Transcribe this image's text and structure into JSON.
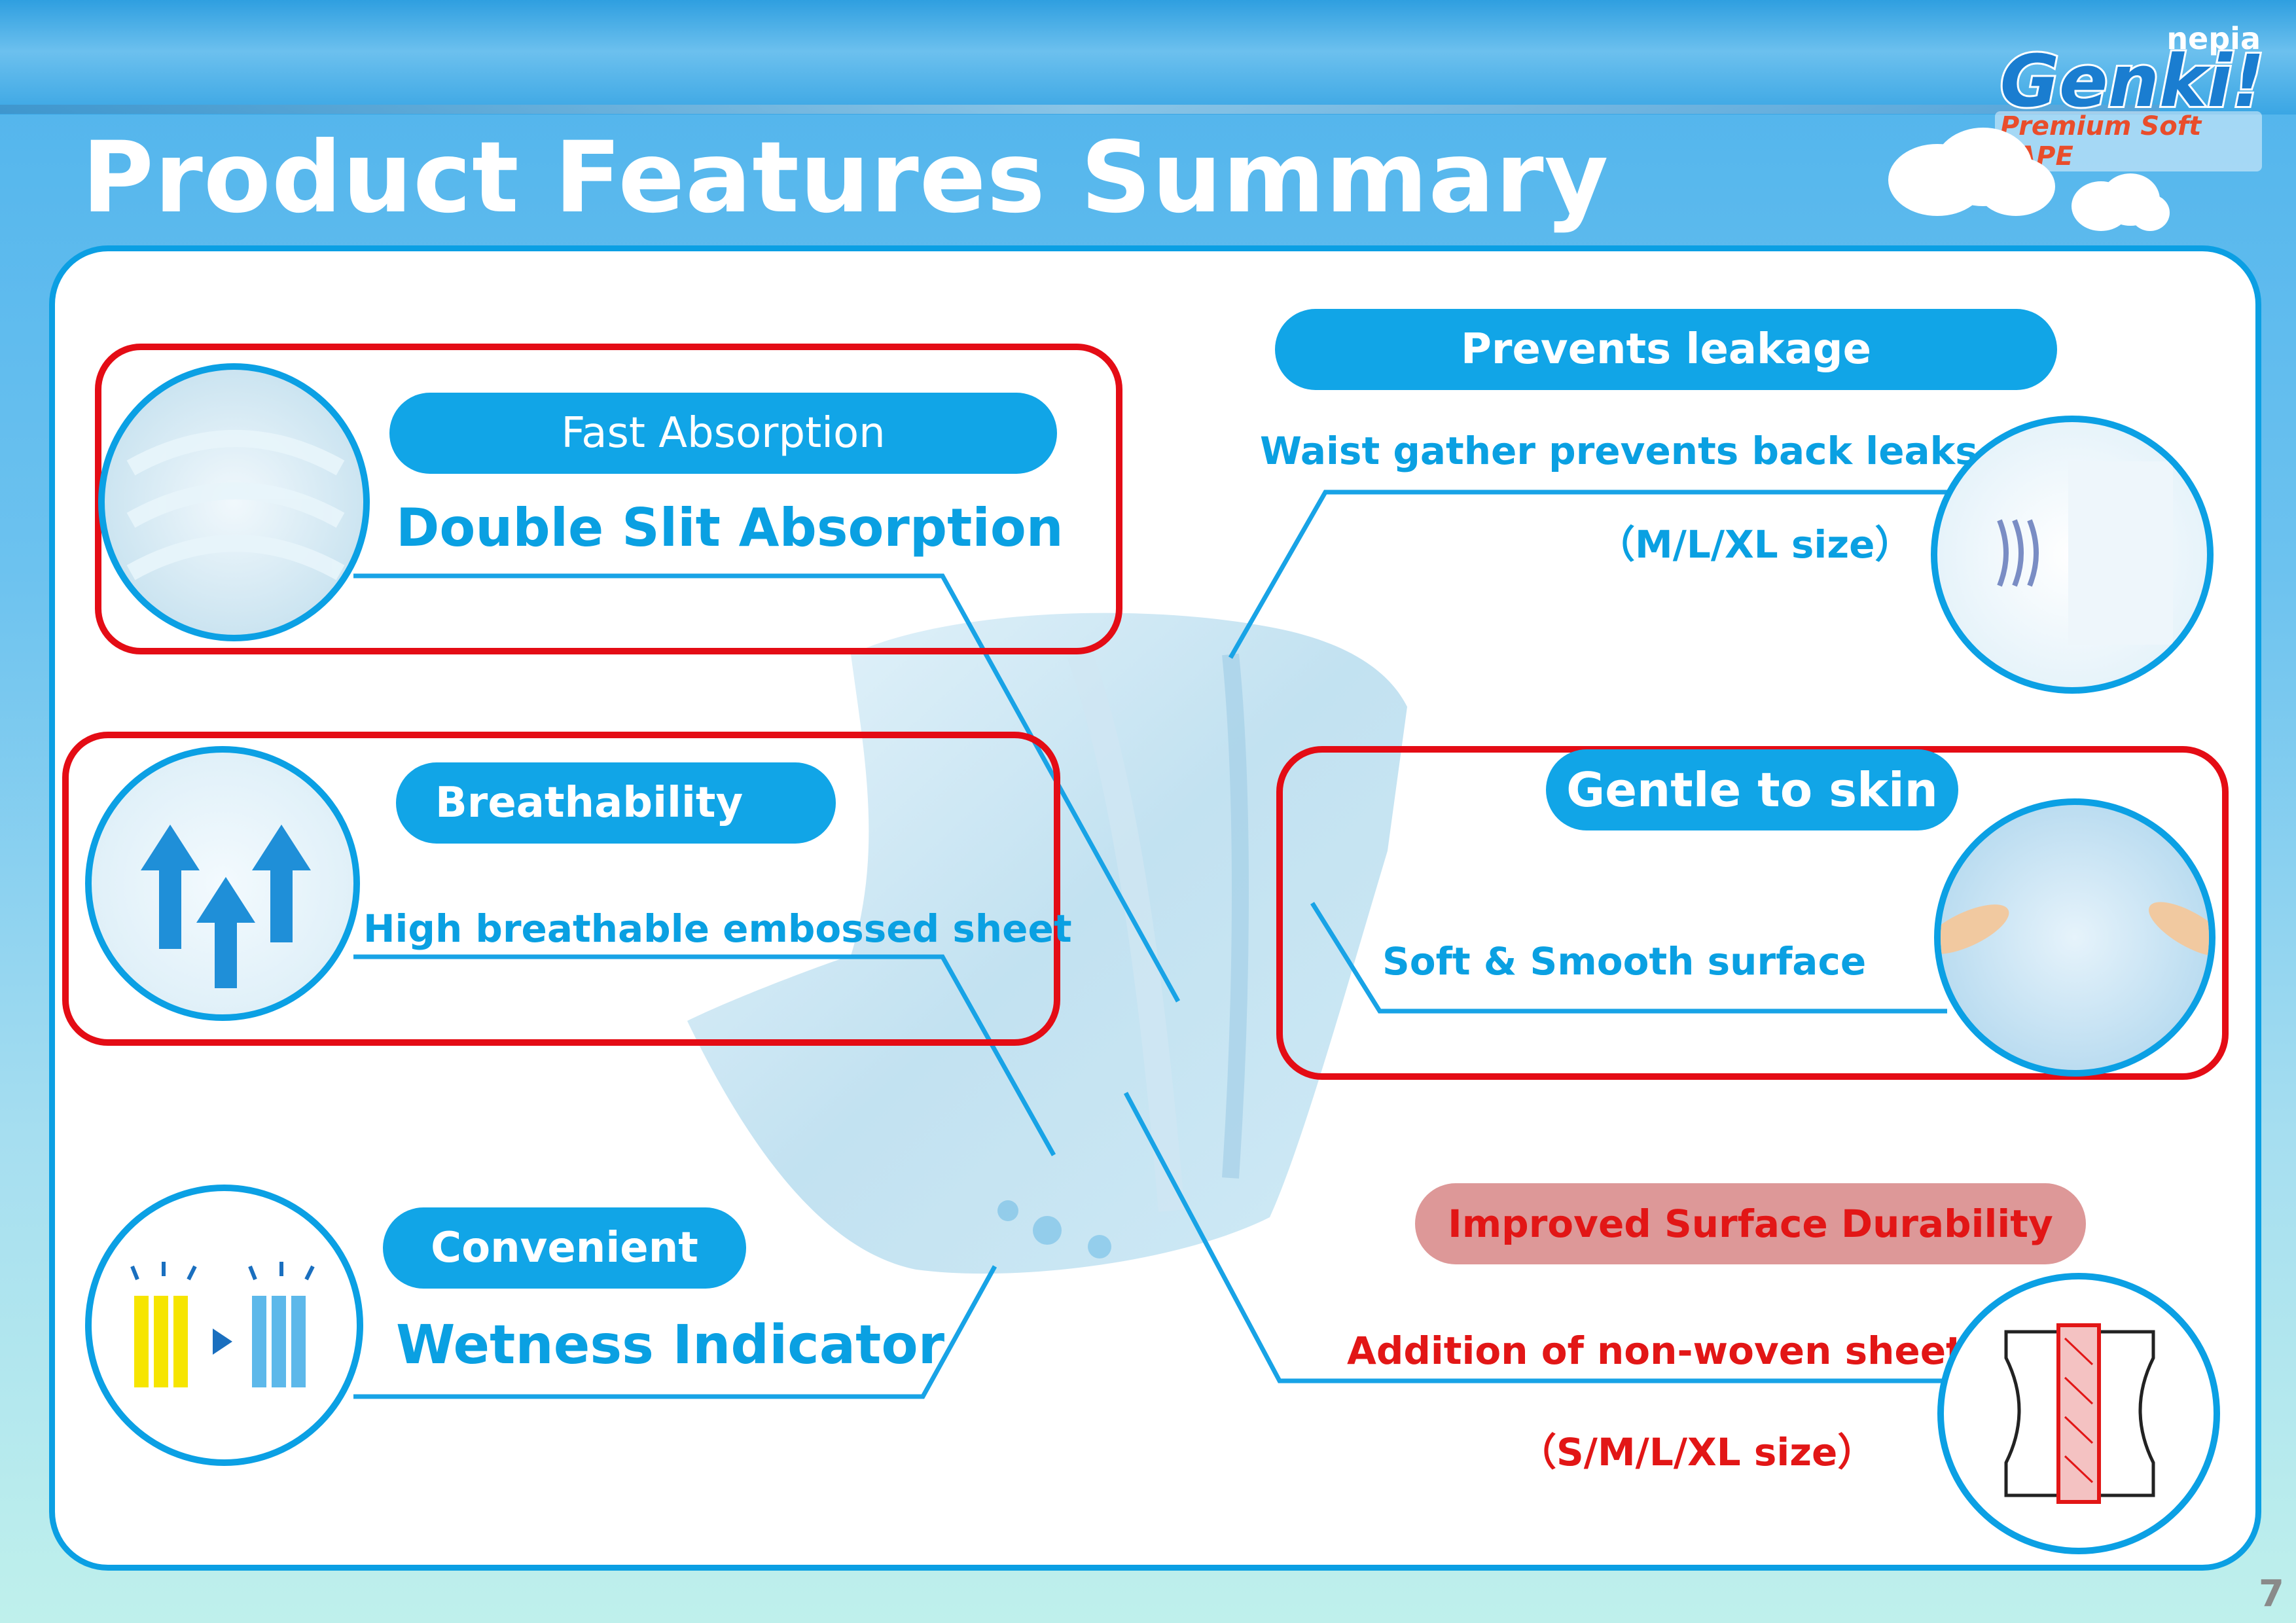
{
  "header": {
    "title": "Product Features Summary",
    "logo_brand": "nepia",
    "logo_main": "Genki!",
    "logo_sub": "Premium Soft TAPE"
  },
  "features": {
    "absorption": {
      "tag": "Fast Absorption",
      "label": "Double Slit Absorption"
    },
    "breathability": {
      "tag": "Breathability",
      "label": "High breathable embossed sheet"
    },
    "convenient": {
      "tag": "Convenient",
      "label": "Wetness Indicator"
    },
    "leakage": {
      "tag": "Prevents leakage",
      "label": "Waist gather prevents back leaks",
      "sizes": "（M/L/XL size）"
    },
    "gentle": {
      "tag": "Gentle to skin",
      "label": "Soft & Smooth surface"
    },
    "durability": {
      "tag": "Improved Surface Durability",
      "label": "Addition of non-woven sheet",
      "sizes": "（S/M/L/XL size）"
    }
  },
  "page_number": "7",
  "colors": {
    "accent_blue": "#11a5e7",
    "highlight_red": "#e40c15",
    "durability_pill": "#dd9898"
  }
}
